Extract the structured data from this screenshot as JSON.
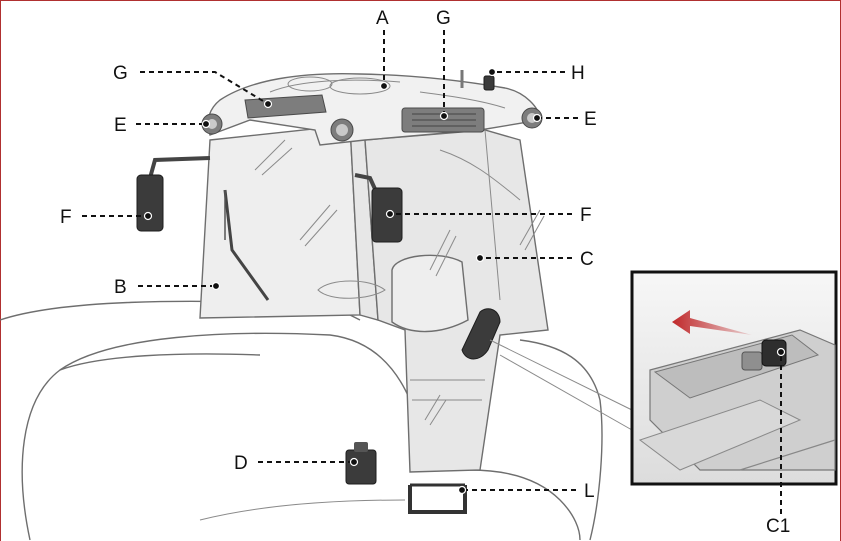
{
  "callouts": {
    "A": "A",
    "G_top": "G",
    "G_left": "G",
    "H": "H",
    "E_left": "E",
    "E_right": "E",
    "F_left": "F",
    "F_right": "F",
    "C": "C",
    "B": "B",
    "D": "D",
    "L": "L",
    "C1": "C1"
  },
  "colors": {
    "frame_border": "#b03030",
    "arrow_red": "#c0282a",
    "part_dark": "#3b3b3b",
    "glass": "#e7e7e7"
  }
}
